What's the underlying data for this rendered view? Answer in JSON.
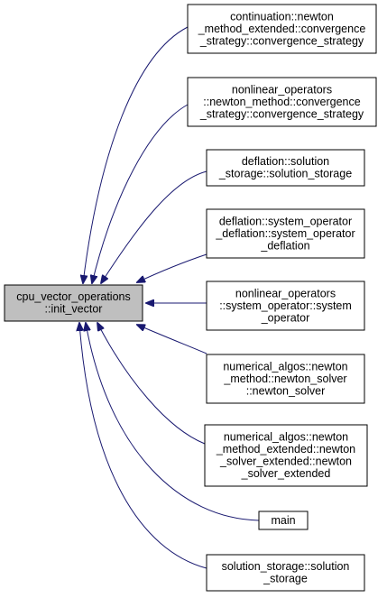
{
  "diagram": {
    "colors": {
      "edge": "#191970",
      "node_fill": "#ffffff",
      "node_stroke": "#000000",
      "focus_fill": "#bfbfbf"
    },
    "focus": {
      "id": "init_vector",
      "lines": [
        "cpu_vector_operations",
        "::init_vector"
      ]
    },
    "callers": [
      {
        "id": "cont_conv",
        "lines": [
          "continuation::newton",
          "_method_extended::convergence",
          "_strategy::convergence_strategy"
        ]
      },
      {
        "id": "nonlin_conv",
        "lines": [
          "nonlinear_operators",
          "::newton_method::convergence",
          "_strategy::convergence_strategy"
        ]
      },
      {
        "id": "defl_storage",
        "lines": [
          "deflation::solution",
          "_storage::solution_storage"
        ]
      },
      {
        "id": "defl_sysop",
        "lines": [
          "deflation::system_operator",
          "_deflation::system_operator",
          "_deflation"
        ]
      },
      {
        "id": "nonlin_sysop",
        "lines": [
          "nonlinear_operators",
          "::system_operator::system",
          "_operator"
        ]
      },
      {
        "id": "newton_solver",
        "lines": [
          "numerical_algos::newton",
          "_method::newton_solver",
          "::newton_solver"
        ]
      },
      {
        "id": "newton_solver_ext",
        "lines": [
          "numerical_algos::newton",
          "_method_extended::newton",
          "_solver_extended::newton",
          "_solver_extended"
        ]
      },
      {
        "id": "main",
        "lines": [
          "main"
        ]
      },
      {
        "id": "sol_storage",
        "lines": [
          "solution_storage::solution",
          "_storage"
        ]
      }
    ]
  }
}
